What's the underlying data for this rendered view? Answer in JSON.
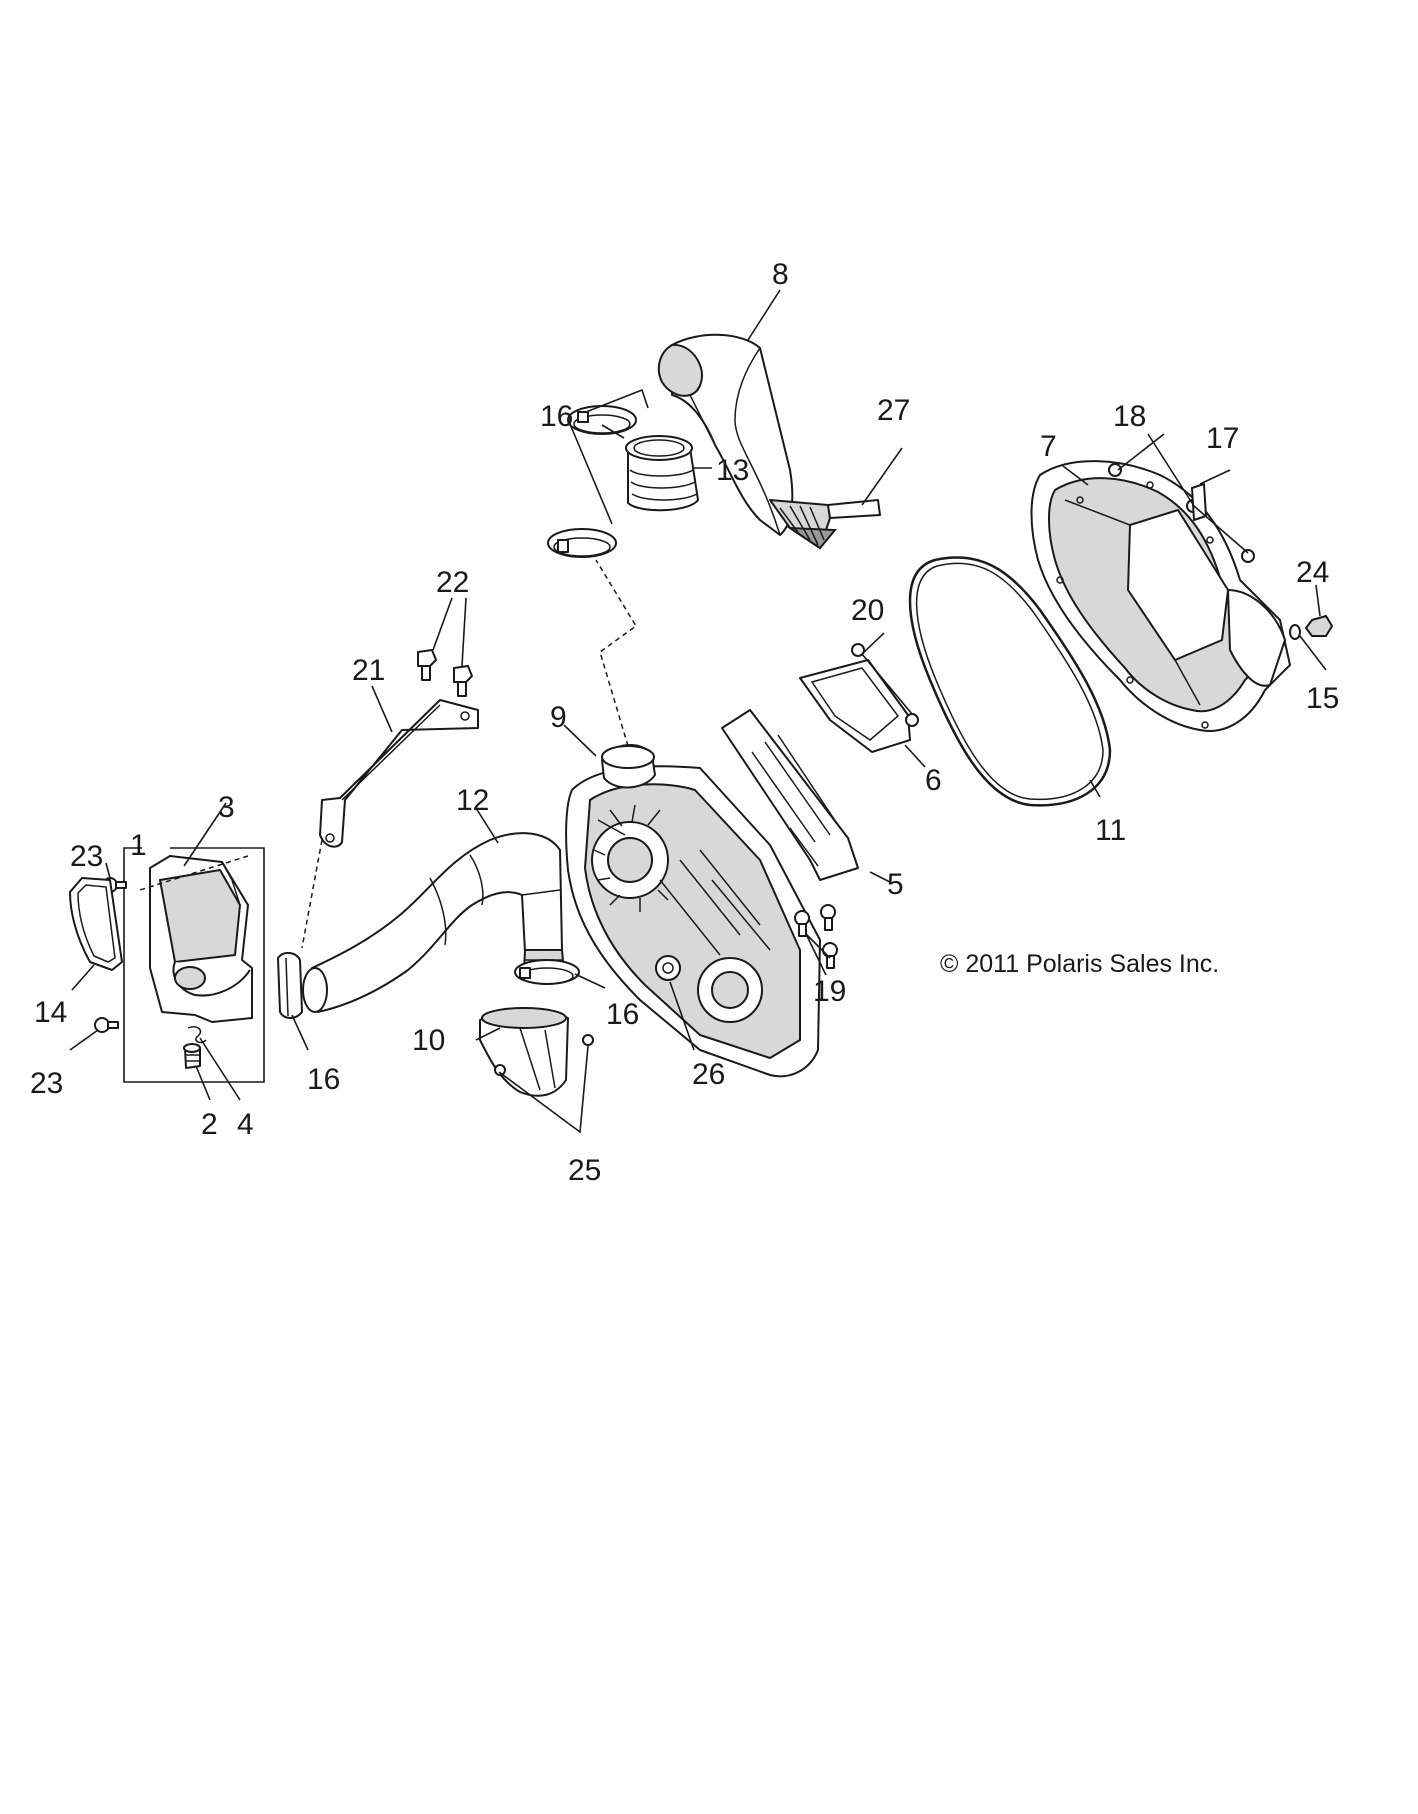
{
  "labels": {
    "c1": "1",
    "c2": "2",
    "c3": "3",
    "c4": "4",
    "c5": "5",
    "c6": "6",
    "c7": "7",
    "c8": "8",
    "c9": "9",
    "c10": "10",
    "c11": "11",
    "c12": "12",
    "c13": "13",
    "c14": "14",
    "c15": "15",
    "c16a": "16",
    "c16b": "16",
    "c16c": "16",
    "c17": "17",
    "c18": "18",
    "c19": "19",
    "c20": "20",
    "c21": "21",
    "c22": "22",
    "c23a": "23",
    "c23b": "23",
    "c24": "24",
    "c25": "25",
    "c26": "26",
    "c27": "27"
  },
  "copyright": "© 2011 Polaris Sales Inc."
}
